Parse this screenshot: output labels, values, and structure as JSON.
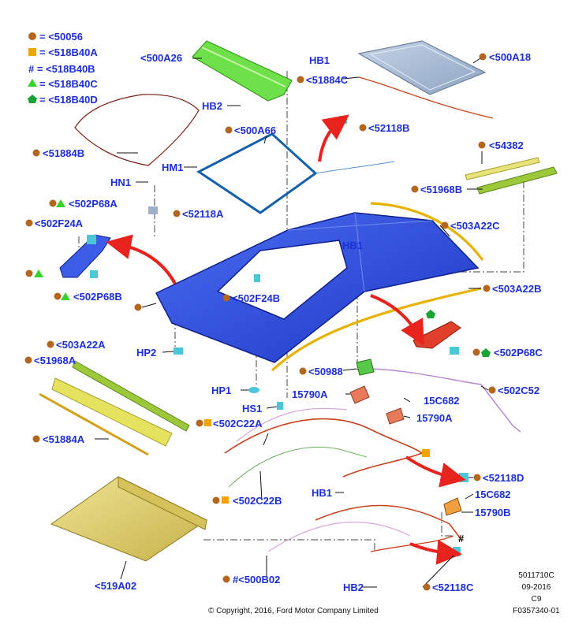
{
  "colors": {
    "label": "#1c2fd6",
    "dot": "#b5661e",
    "square": "#f5a300",
    "triangle": "#36d22a",
    "pentagon": "#1aa436",
    "arrow": "#e8231e"
  },
  "legend": [
    {
      "sym": "dot",
      "text": "= <50056"
    },
    {
      "sym": "square",
      "text": "= <518B40A"
    },
    {
      "sym": "hash",
      "text": "# = <518B40B"
    },
    {
      "sym": "triangle",
      "text": "= <518B40C"
    },
    {
      "sym": "pentagon",
      "text": "= <518B40D"
    }
  ],
  "labels": [
    {
      "id": "500a26",
      "text": "<500A26"
    },
    {
      "id": "hb1-top",
      "text": "HB1"
    },
    {
      "id": "500a18",
      "text": "<500A18"
    },
    {
      "id": "51884c",
      "text": "<51884C"
    },
    {
      "id": "hb2-top",
      "text": "HB2"
    },
    {
      "id": "52118b",
      "text": "<52118B"
    },
    {
      "id": "500a66",
      "text": "<500A66"
    },
    {
      "id": "51884b",
      "text": "<51884B"
    },
    {
      "id": "54382",
      "text": "<54382"
    },
    {
      "id": "hm1",
      "text": "HM1"
    },
    {
      "id": "hn1",
      "text": "HN1"
    },
    {
      "id": "51968b",
      "text": "<51968B"
    },
    {
      "id": "52118a",
      "text": "<52118A"
    },
    {
      "id": "502p68a",
      "text": "<502P68A"
    },
    {
      "id": "503a22c",
      "text": "<503A22C"
    },
    {
      "id": "502f24a",
      "text": "<502F24A"
    },
    {
      "id": "hb1-mid",
      "text": "HB1"
    },
    {
      "id": "502f24b",
      "text": "<502F24B"
    },
    {
      "id": "503a22b",
      "text": "<503A22B"
    },
    {
      "id": "502p68b",
      "text": "<502P68B"
    },
    {
      "id": "503a22a",
      "text": "<503A22A"
    },
    {
      "id": "51968a",
      "text": "<51968A"
    },
    {
      "id": "hp2",
      "text": "HP2"
    },
    {
      "id": "502p68c",
      "text": "<502P68C"
    },
    {
      "id": "50988",
      "text": "<50988"
    },
    {
      "id": "hp1",
      "text": "HP1"
    },
    {
      "id": "15790a-1",
      "text": "15790A"
    },
    {
      "id": "502c52",
      "text": "<502C52"
    },
    {
      "id": "15c682-1",
      "text": "15C682"
    },
    {
      "id": "hs1",
      "text": "HS1"
    },
    {
      "id": "15790a-2",
      "text": "15790A"
    },
    {
      "id": "502c22a",
      "text": "<502C22A"
    },
    {
      "id": "51884a",
      "text": "<51884A"
    },
    {
      "id": "52118d",
      "text": "<52118D"
    },
    {
      "id": "hb1-bot",
      "text": "HB1"
    },
    {
      "id": "15c682-2",
      "text": "15C682"
    },
    {
      "id": "502c22b",
      "text": "<502C22B"
    },
    {
      "id": "15790b",
      "text": "15790B"
    },
    {
      "id": "519a02",
      "text": "<519A02"
    },
    {
      "id": "500b02",
      "text": "#<500B02"
    },
    {
      "id": "hb2-bot",
      "text": "HB2"
    },
    {
      "id": "52118c",
      "text": "<52118C"
    }
  ],
  "footer": {
    "copyright": "© Copyright, 2016, Ford Motor Company Limited",
    "ref_1": "5011710C",
    "ref_2": "09-2016",
    "ref_3": "C9",
    "ref_4": "F0357340-01"
  }
}
